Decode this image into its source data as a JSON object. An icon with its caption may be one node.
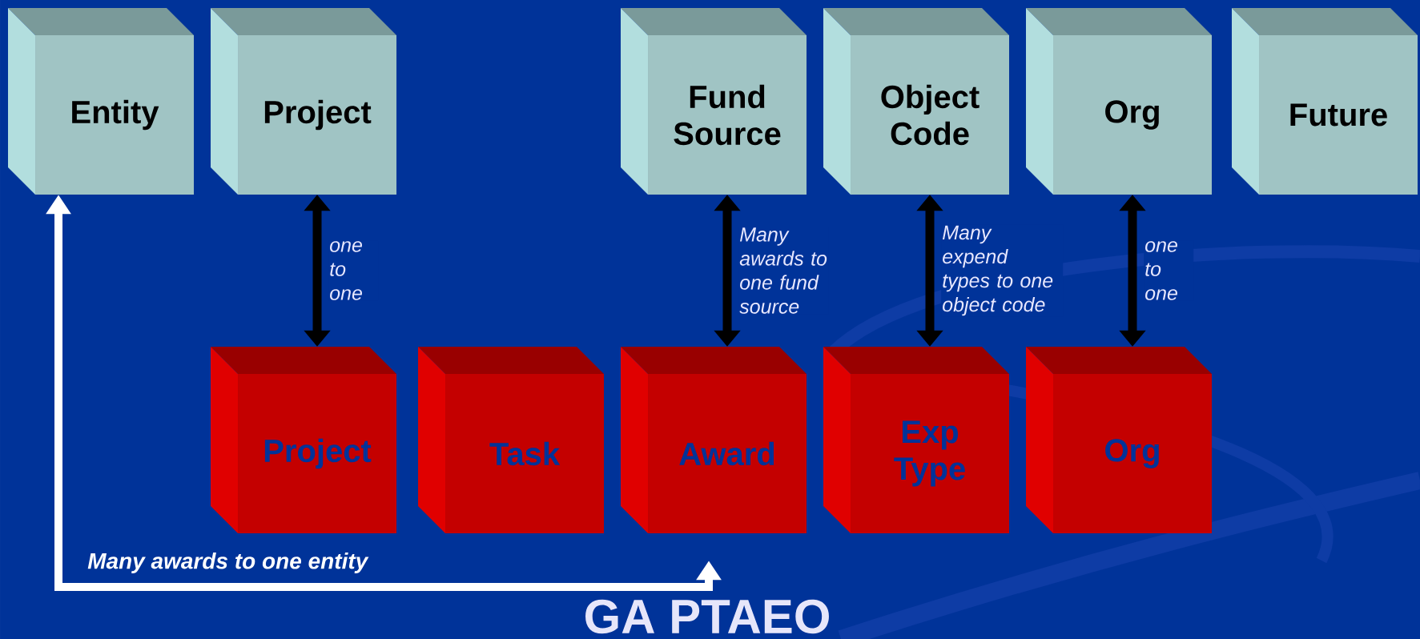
{
  "diagram": {
    "caption": "GA PTAEO",
    "nodes": [
      {
        "text": [
          "Entity"
        ]
      },
      {
        "text": [
          "Project"
        ]
      },
      {
        "text": [
          "Fund Source"
        ]
      },
      {
        "text": [
          "Object Code"
        ]
      },
      {
        "text": [
          "Org"
        ]
      },
      {
        "text": [
          "Future"
        ]
      },
      {
        "text": [
          "Project"
        ]
      },
      {
        "text": [
          "Task"
        ]
      },
      {
        "text": [
          "Award"
        ]
      },
      {
        "text": [
          "Exp Type"
        ]
      },
      {
        "text": [
          "Org"
        ]
      }
    ],
    "edges": [
      {
        "from": 8,
        "to": 0,
        "arrow": "both",
        "label": "Many awards to one entity",
        "color": "#ffffff"
      },
      {
        "from": 1,
        "to": 6,
        "arrow": "both",
        "label": "one to one"
      },
      {
        "from": 2,
        "to": 8,
        "arrow": "both",
        "label": "Many awards to one fund source"
      },
      {
        "from": 3,
        "to": 9,
        "arrow": "both",
        "label": "Many expend types to one object code"
      },
      {
        "from": 4,
        "to": 10,
        "arrow": "both",
        "label": "one to one"
      }
    ]
  }
}
